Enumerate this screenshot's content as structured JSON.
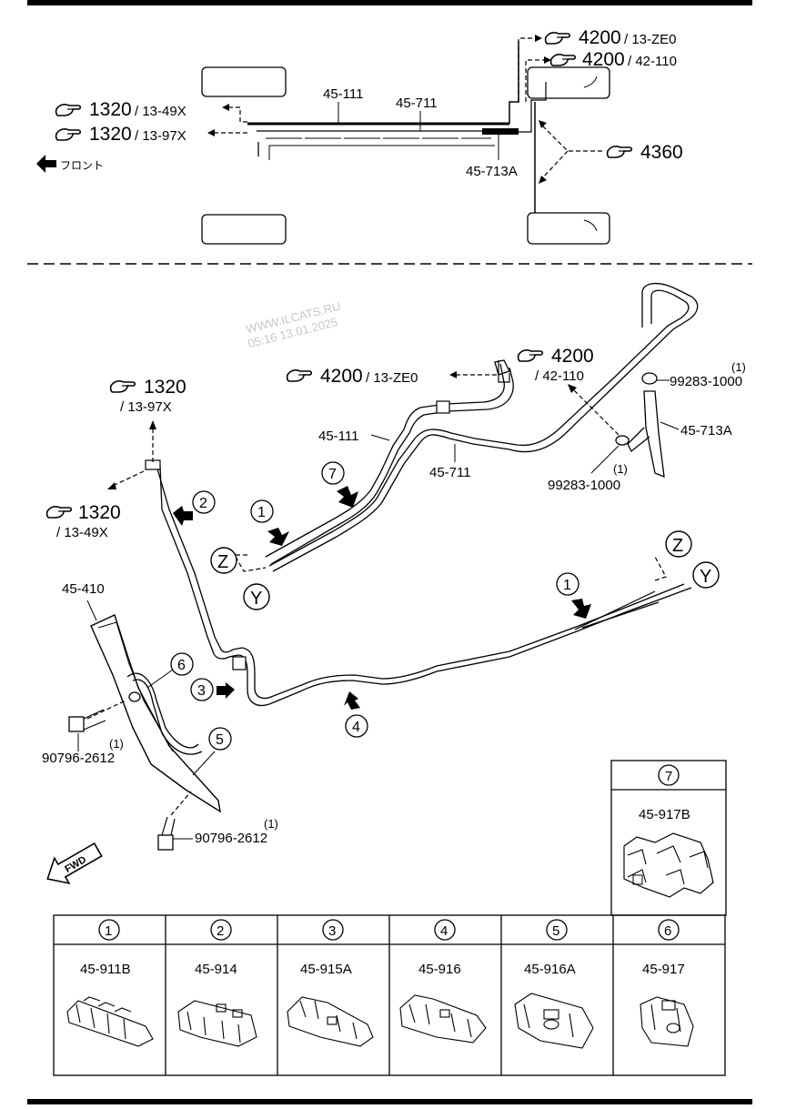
{
  "top_view": {
    "ref_1320_49x_num": "1320",
    "ref_1320_49x_code": "/ 13-49X",
    "ref_1320_97x_num": "1320",
    "ref_1320_97x_code": "/ 13-97X",
    "ref_4200_ze0_num": "4200",
    "ref_4200_ze0_code": "/ 13-ZE0",
    "ref_4200_110_num": "4200",
    "ref_4200_110_code": "/ 42-110",
    "ref_4360_num": "4360",
    "front_label": "フロント",
    "part_45_111": "45-111",
    "part_45_711": "45-711",
    "part_45_713a": "45-713A"
  },
  "watermark": {
    "line1": "WWW.ILCATS.RU",
    "line2": "05:16 13.01.2025"
  },
  "main_view": {
    "ref_1320_97x_num": "1320",
    "ref_1320_97x_code": "/ 13-97X",
    "ref_1320_49x_num": "1320",
    "ref_1320_49x_code": "/ 13-49X",
    "ref_4200_ze0_num": "4200",
    "ref_4200_ze0_code": "/ 13-ZE0",
    "ref_4200_110_num": "4200",
    "ref_4200_110_code": "/ 42-110",
    "part_45_111": "45-111",
    "part_45_711": "45-711",
    "part_45_713a": "45-713A",
    "part_45_410": "45-410",
    "bolt_upper": "90796-2612",
    "bolt_upper_qty": "(1)",
    "bolt_lower": "90796-2612",
    "bolt_lower_qty": "(1)",
    "clamp_upper": "99283-1000",
    "clamp_upper_qty": "(1)",
    "clamp_lower": "99283-1000",
    "clamp_lower_qty": "(1)",
    "fwd_label": "FWD",
    "callout_z": "Z",
    "callout_y": "Y",
    "callout_1": "1",
    "callout_2": "2",
    "callout_3": "3",
    "callout_4": "4",
    "callout_5": "5",
    "callout_6": "6",
    "callout_7": "7"
  },
  "clip_table": [
    {
      "index": "1",
      "part": "45-911B"
    },
    {
      "index": "2",
      "part": "45-914"
    },
    {
      "index": "3",
      "part": "45-915A"
    },
    {
      "index": "4",
      "part": "45-916"
    },
    {
      "index": "5",
      "part": "45-916A"
    },
    {
      "index": "6",
      "part": "45-917"
    }
  ],
  "clip_7": {
    "index": "7",
    "part": "45-917B"
  }
}
